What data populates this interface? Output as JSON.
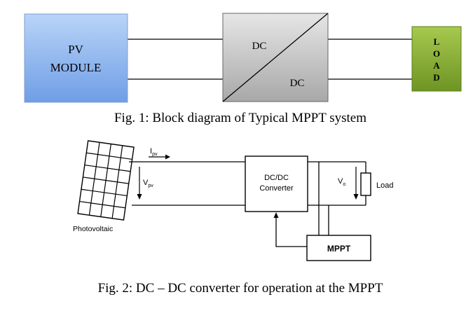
{
  "fig1": {
    "pv_line1": "PV",
    "pv_line2": "MODULE",
    "converter_top": "DC",
    "converter_bottom": "DC",
    "load_letters": [
      "L",
      "O",
      "A",
      "D"
    ],
    "caption": "Fig. 1: Block diagram of Typical MPPT system",
    "colors": {
      "pv_top": "#b9d4f7",
      "pv_bottom": "#6f9ee6",
      "converter_top": "#e6e6e6",
      "converter_bottom": "#a8a8a8",
      "load_top": "#a6c94e",
      "load_bottom": "#6e9424"
    }
  },
  "fig2": {
    "current_label": "I",
    "current_sub": "pv",
    "voltage_in_label": "V",
    "voltage_in_sub": "pv",
    "converter_line1": "DC/DC",
    "converter_line2": "Converter",
    "voltage_out_label": "V",
    "voltage_out_sub": "o",
    "load_label": "Load",
    "pv_label": "Photovoltaic",
    "mppt_label": "MPPT",
    "caption": "Fig. 2: DC – DC converter for operation at the MPPT"
  }
}
